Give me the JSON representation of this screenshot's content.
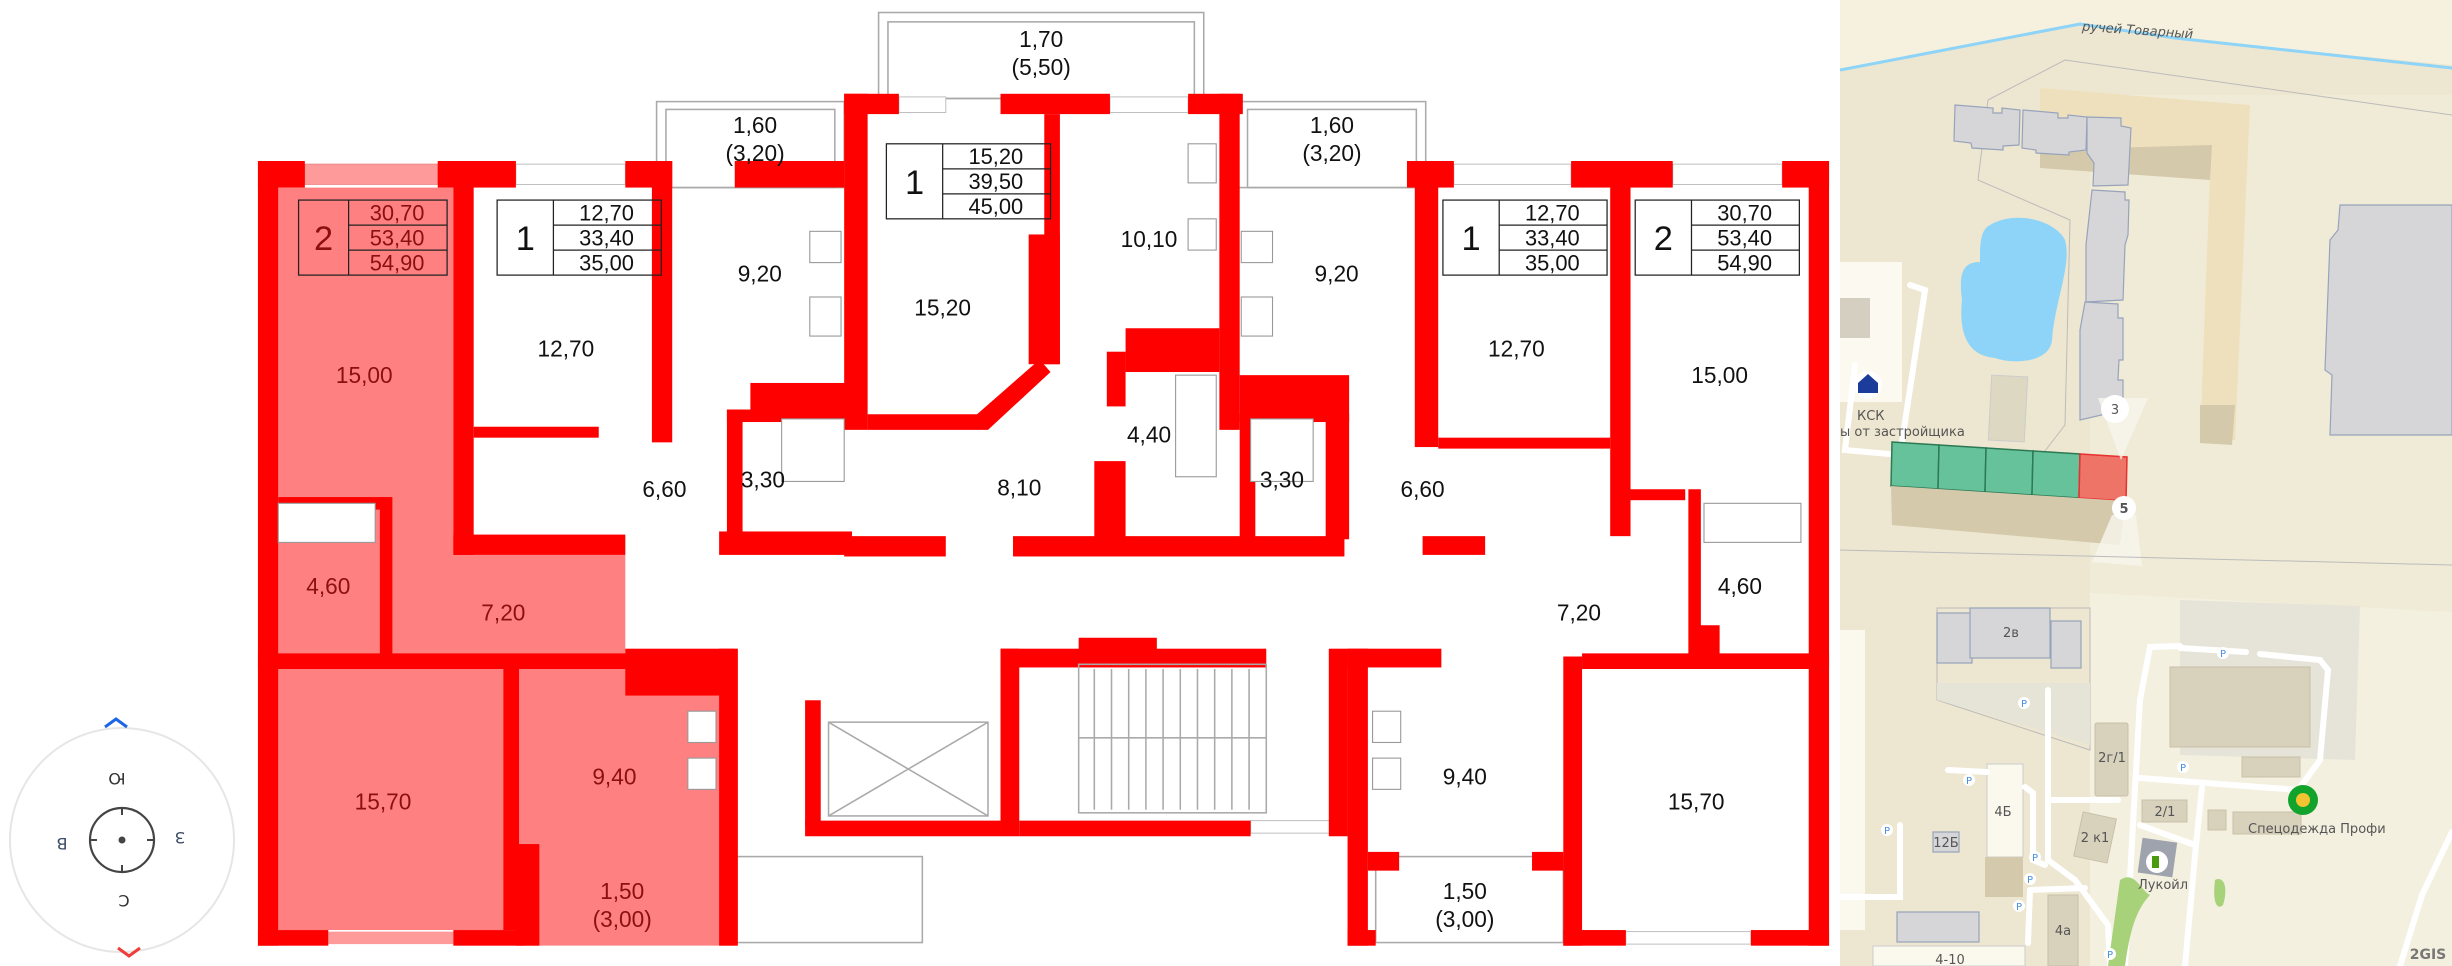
{
  "plan": {
    "selected_apartment": {
      "rooms": "2",
      "areas": [
        "30,70",
        "53,40",
        "54,90"
      ]
    },
    "apartments": [
      {
        "id": "apt-left-1room",
        "rooms": "1",
        "areas": [
          "12,70",
          "33,40",
          "35,00"
        ]
      },
      {
        "id": "apt-center-1room",
        "rooms": "1",
        "areas": [
          "15,20",
          "39,50",
          "45,00"
        ]
      },
      {
        "id": "apt-right-1room",
        "rooms": "1",
        "areas": [
          "12,70",
          "33,40",
          "35,00"
        ]
      },
      {
        "id": "apt-right-2room",
        "rooms": "2",
        "areas": [
          "30,70",
          "53,40",
          "54,90"
        ]
      }
    ],
    "selected_rooms": [
      "15,00",
      "4,60",
      "7,20",
      "15,70",
      "9,40",
      "1,50",
      "(3,00)"
    ],
    "rooms": [
      "12,70",
      "9,20",
      "6,60",
      "3,30",
      "15,20",
      "10,10",
      "8,10",
      "4,40",
      "3,30",
      "9,20",
      "12,70",
      "6,60",
      "15,00",
      "4,60",
      "7,20",
      "9,40",
      "15,70",
      "1,50",
      "(3,00)"
    ],
    "balconies": [
      {
        "area": "1,60",
        "full": "(3,20)"
      },
      {
        "area": "1,70",
        "full": "(5,50)"
      },
      {
        "area": "1,60",
        "full": "(3,20)"
      }
    ],
    "colors": {
      "wall": "#ff0000",
      "selected_fill": "#ff8080"
    }
  },
  "compass": {
    "south_top": "Ю",
    "east": "З",
    "west": "В",
    "north": "С",
    "up_icon": "chevron-up-icon",
    "down_icon": "chevron-down-icon"
  },
  "map": {
    "river": "ручей Товарный",
    "poi_ksk": "КСК",
    "poi_ksk_sub": "ы от застройщика",
    "markers": [
      "3",
      "5"
    ],
    "buildings": [
      "2в",
      "2г/1",
      "4Б",
      "2/1",
      "12Б",
      "2 к1",
      "4а",
      "4-10"
    ],
    "poi_lukoil": "Лукойл",
    "poi_workwear": "Спецодежда Профи",
    "parking": "P",
    "brand": "2GIS",
    "colors": {
      "section_available": "#66c29a",
      "section_selected": "#ee7468",
      "water": "#8dd4f8"
    }
  }
}
